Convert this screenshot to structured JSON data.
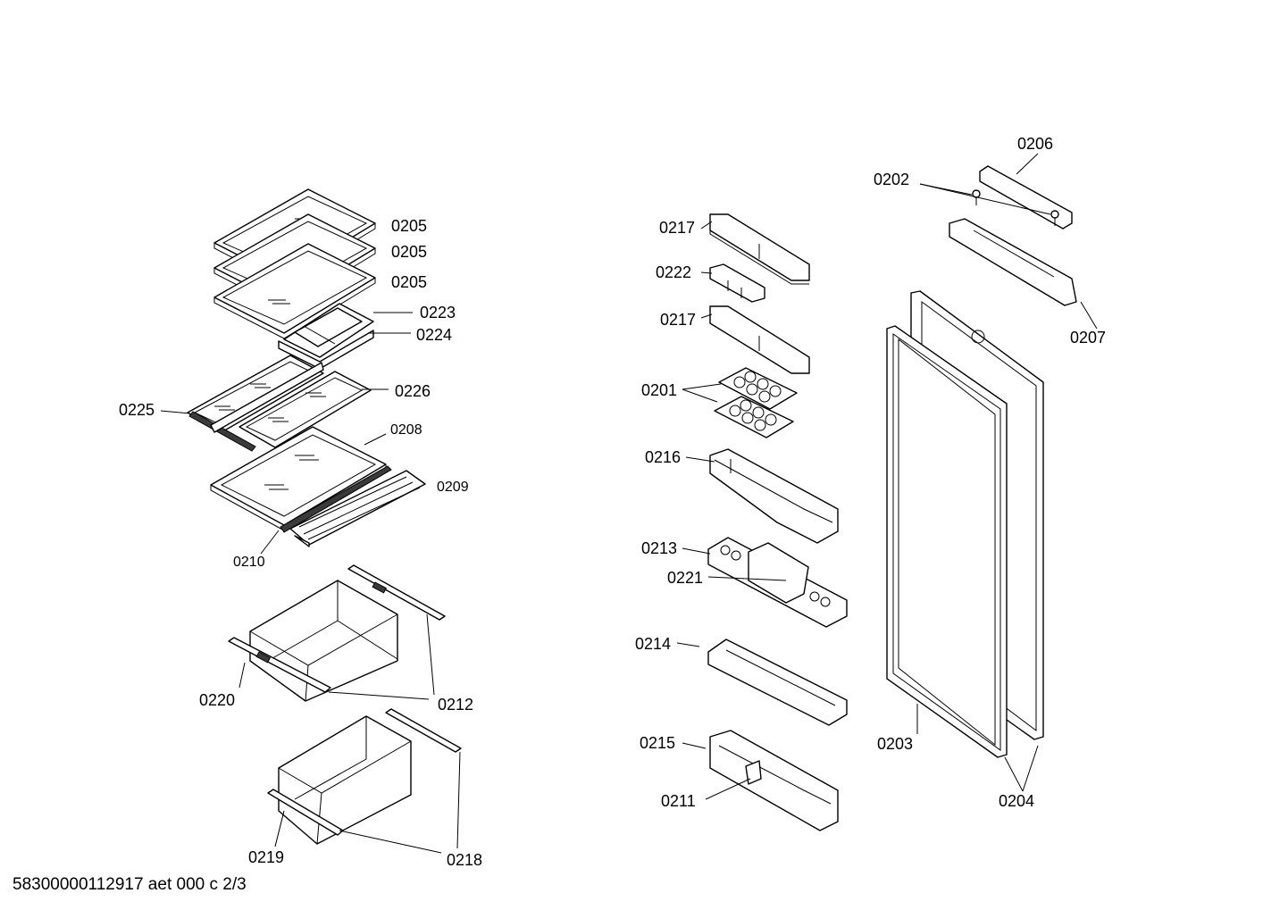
{
  "document_id": "58300000112917 aet 000 c 2/3",
  "labels": {
    "l0205a": "0205",
    "l0205b": "0205",
    "l0205c": "0205",
    "l0223": "0223",
    "l0224": "0224",
    "l0225": "0225",
    "l0226": "0226",
    "l0208": "0208",
    "l0209": "0209",
    "l0210": "0210",
    "l0220": "0220",
    "l0212": "0212",
    "l0219": "0219",
    "l0218": "0218",
    "l0217a": "0217",
    "l0222": "0222",
    "l0217b": "0217",
    "l0201": "0201",
    "l0216": "0216",
    "l0213": "0213",
    "l0221": "0221",
    "l0214": "0214",
    "l0215": "0215",
    "l0211": "0211",
    "l0206": "0206",
    "l0202": "0202",
    "l0207": "0207",
    "l0203": "0203",
    "l0204": "0204"
  }
}
